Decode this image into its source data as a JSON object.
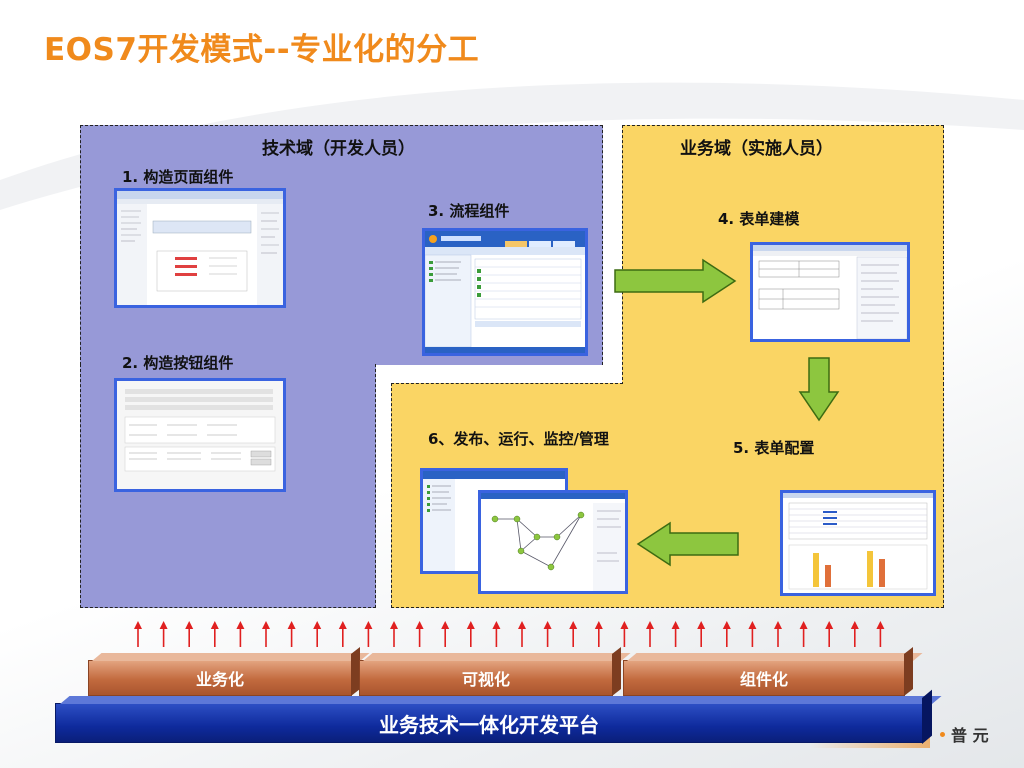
{
  "title": "EOS7开发模式--专业化的分工",
  "tech_domain": {
    "title": "技术域（开发人员）",
    "steps": [
      {
        "label": "1. 构造页面组件"
      },
      {
        "label": "2. 构造按钮组件"
      },
      {
        "label": "3. 流程组件"
      }
    ]
  },
  "biz_domain": {
    "title": "业务域（实施人员）",
    "steps": [
      {
        "label": "4. 表单建模"
      },
      {
        "label": "5. 表单配置"
      },
      {
        "label": "6、发布、运行、监控/管理"
      }
    ]
  },
  "bars": [
    {
      "label": "业务化"
    },
    {
      "label": "可视化"
    },
    {
      "label": "组件化"
    }
  ],
  "platform": {
    "label": "业务技术一体化开发平台"
  },
  "logo": {
    "text": "普 元"
  },
  "colors": {
    "title": "#f08a1c",
    "tech_bg": "#9799d7",
    "biz_bg": "#fad564",
    "arrow_green": "#8dc63f",
    "arrow_red": "#e02020",
    "bar": "#c26a3e",
    "platform": "#0e2a9c",
    "screenshot_border": "#3a63e0"
  }
}
